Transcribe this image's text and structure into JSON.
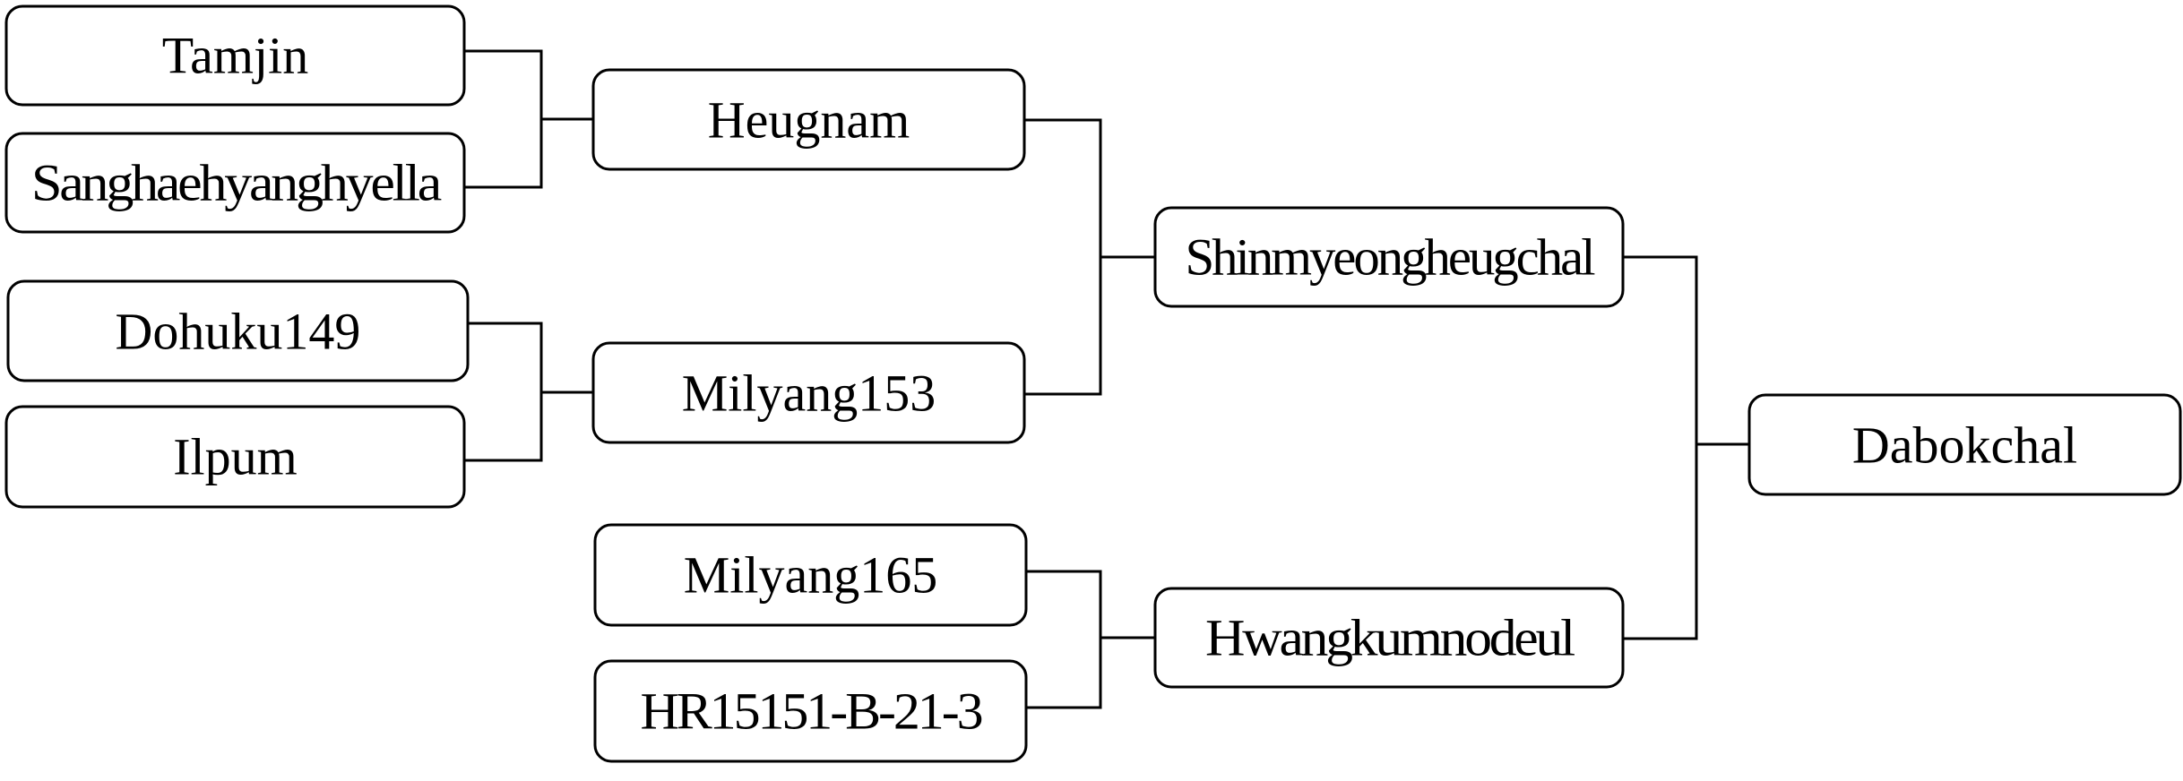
{
  "diagram": {
    "type": "pedigree",
    "nodes": {
      "tamjin": "Tamjin",
      "sanghaehyanghyella": "Sanghaehyanghyella",
      "dohuku149": "Dohuku149",
      "ilpum": "Ilpum",
      "heugnam": "Heugnam",
      "milyang153": "Milyang153",
      "milyang165": "Milyang165",
      "hr15151": "HR15151-B-21-3",
      "shinmyeongheugchal": "Shinmyeongheugchal",
      "hwangkumnodeul": "Hwangkumnodeul",
      "dabokchal": "Dabokchal"
    },
    "crosses": [
      {
        "parents": [
          "tamjin",
          "sanghaehyanghyella"
        ],
        "child": "heugnam"
      },
      {
        "parents": [
          "dohuku149",
          "ilpum"
        ],
        "child": "milyang153"
      },
      {
        "parents": [
          "heugnam",
          "milyang153"
        ],
        "child": "shinmyeongheugchal"
      },
      {
        "parents": [
          "milyang165",
          "hr15151"
        ],
        "child": "hwangkumnodeul"
      },
      {
        "parents": [
          "shinmyeongheugchal",
          "hwangkumnodeul"
        ],
        "child": "dabokchal"
      }
    ]
  }
}
